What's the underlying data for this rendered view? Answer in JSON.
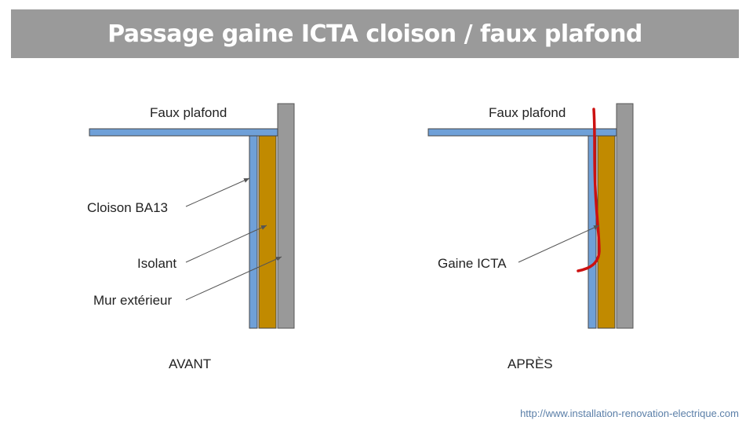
{
  "title": "Passage gaine ICTA cloison / faux plafond",
  "before": {
    "caption": "AVANT",
    "labels": {
      "ceiling": "Faux plafond",
      "partition": "Cloison BA13",
      "insulation": "Isolant",
      "wall": "Mur extérieur"
    }
  },
  "after": {
    "caption": "APRÈS",
    "labels": {
      "ceiling": "Faux plafond",
      "conduit": "Gaine ICTA"
    }
  },
  "credit": "http://www.installation-renovation-electrique.com",
  "colors": {
    "title_bg": "#9a9a9a",
    "plaster": "#6fa0d8",
    "insulation": "#c18a00",
    "wall": "#999999",
    "conduit": "#cc1111",
    "credit": "#5b7fa8"
  }
}
